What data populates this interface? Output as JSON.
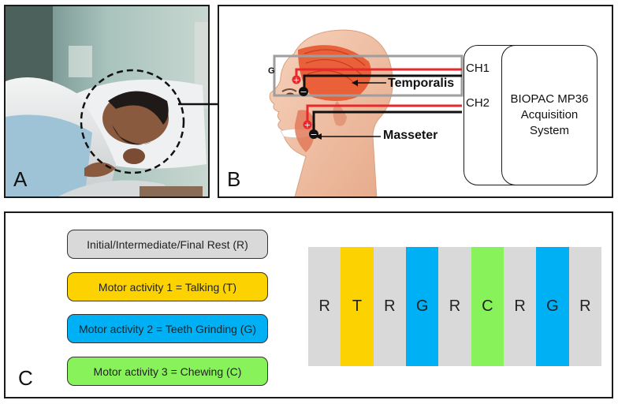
{
  "panel_a": {
    "letter": "A"
  },
  "panel_b": {
    "letter": "B",
    "ground_label": "G",
    "ch1_label": "CH1",
    "ch2_label": "CH2",
    "temporalis_label": "Temporalis",
    "masseter_label": "Masseter",
    "device_label": "BIOPAC MP36 Acquisition System",
    "positive_symbol": "+",
    "negative_symbol": "−"
  },
  "panel_c": {
    "letter": "C",
    "legend": [
      {
        "label": "Initial/Intermediate/Final Rest (R)",
        "color": "#d9d9d9"
      },
      {
        "label": "Motor activity 1 = Talking (T)",
        "color": "#fcd200"
      },
      {
        "label": "Motor activity 2 = Teeth Grinding (G)",
        "color": "#00b0f5"
      },
      {
        "label": "Motor activity 3 = Chewing (C)",
        "color": "#88f25a"
      }
    ],
    "sequence": [
      {
        "code": "R",
        "color": "#d9d9d9"
      },
      {
        "code": "T",
        "color": "#fcd200"
      },
      {
        "code": "R",
        "color": "#d9d9d9"
      },
      {
        "code": "G",
        "color": "#00b0f5"
      },
      {
        "code": "R",
        "color": "#d9d9d9"
      },
      {
        "code": "C",
        "color": "#88f25a"
      },
      {
        "code": "R",
        "color": "#d9d9d9"
      },
      {
        "code": "G",
        "color": "#00b0f5"
      },
      {
        "code": "R",
        "color": "#d9d9d9"
      }
    ]
  },
  "colors": {
    "electrode_red": "#e8282a",
    "wire_gray": "#9e9e9e",
    "wire_black": "#111111",
    "muscle": "#e8552e",
    "skin": "#f2c4a8"
  }
}
